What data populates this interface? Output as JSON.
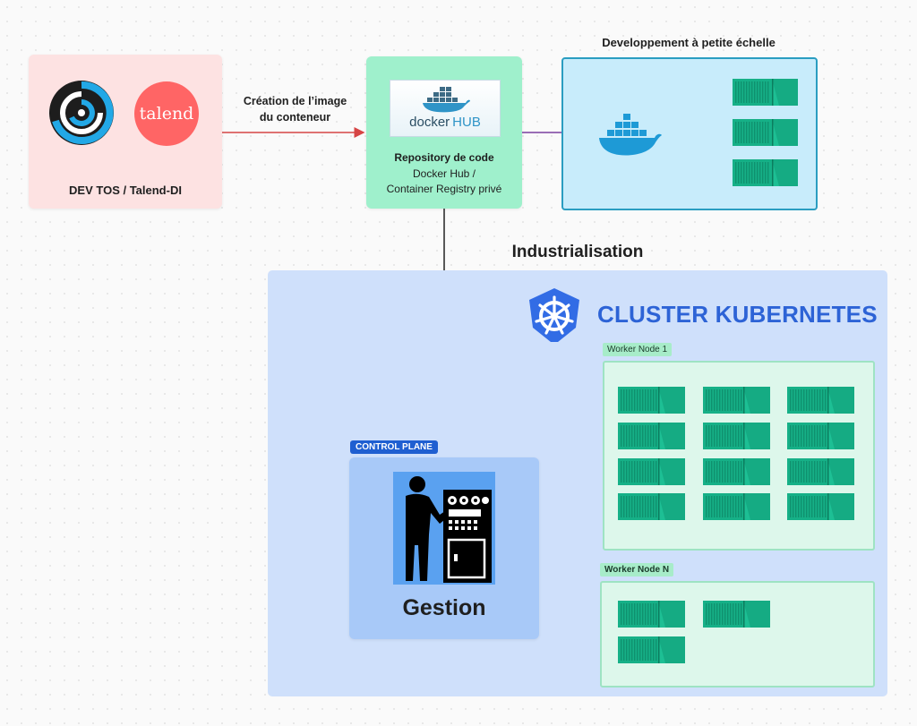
{
  "dev": {
    "label": "DEV TOS / Talend-DI",
    "talend_logo_text": "talend"
  },
  "arrow_label": {
    "line1": "Création de l’image",
    "line2": "du conteneur"
  },
  "repo": {
    "title": "Repository de code",
    "line1": "Docker Hub /",
    "line2": "Container Registry privé",
    "logo_text_docker": "docker",
    "logo_text_hub": "HUB"
  },
  "small_scale": {
    "title": "Developpement à petite échelle"
  },
  "industrialisation": {
    "title": "Industrialisation"
  },
  "cluster": {
    "title": "CLUSTER KUBERNETES",
    "worker1": "Worker Node 1",
    "workerN": "Worker Node N"
  },
  "control_plane": {
    "tag": "CONTROL PLANE",
    "label": "Gestion"
  },
  "colors": {
    "red_arrow": "#d64545",
    "purple_arrow": "#7a3fa0",
    "green_arrow": "#1e9a5a",
    "server_front": "#1dbf94",
    "server_side": "#0f9a74",
    "docker_blue": "#1e9ad6",
    "k8s_blue": "#326ce5",
    "talend_red": "#ff6565"
  },
  "icons": [
    "talend-open-studio-spiral-icon",
    "talend-logo",
    "docker-whale-icon",
    "kubernetes-helm-icon",
    "operator-machine-icon",
    "container-server-icon"
  ]
}
